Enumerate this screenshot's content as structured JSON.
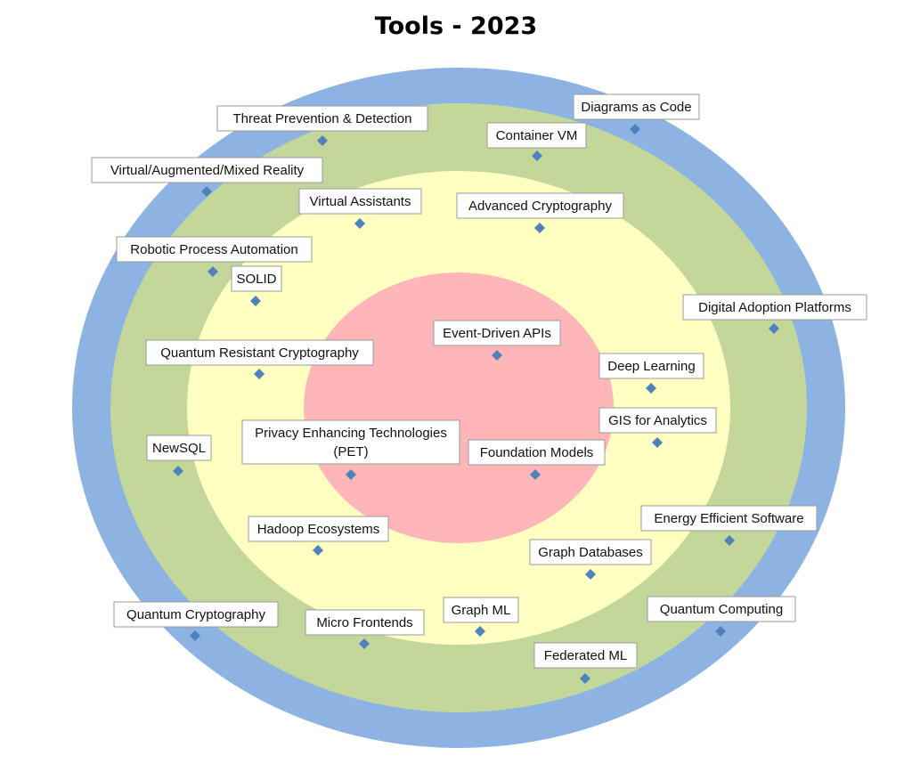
{
  "title": "Tools - 2023",
  "colors": {
    "outer_ring": "#8db3e2",
    "second_ring": "#c4d79b",
    "third_ring": "#ffffc1",
    "core": "#ffb6b9",
    "marker": "#4f81bd",
    "label_border": "#9a9a9a"
  },
  "items": [
    {
      "id": "threat-prevention-detection",
      "lines": [
        "Threat Prevention & Detection"
      ]
    },
    {
      "id": "diagrams-as-code",
      "lines": [
        "Diagrams as Code"
      ]
    },
    {
      "id": "container-vm",
      "lines": [
        "Container VM"
      ]
    },
    {
      "id": "virtual-augmented-mixed-reality",
      "lines": [
        "Virtual/Augmented/Mixed Reality"
      ]
    },
    {
      "id": "virtual-assistants",
      "lines": [
        "Virtual Assistants"
      ]
    },
    {
      "id": "advanced-cryptography",
      "lines": [
        "Advanced Cryptography"
      ]
    },
    {
      "id": "robotic-process-automation",
      "lines": [
        "Robotic Process Automation"
      ]
    },
    {
      "id": "solid",
      "lines": [
        "SOLID"
      ]
    },
    {
      "id": "digital-adoption-platforms",
      "lines": [
        "Digital Adoption Platforms"
      ]
    },
    {
      "id": "event-driven-apis",
      "lines": [
        "Event-Driven APIs"
      ]
    },
    {
      "id": "quantum-resistant-cryptography",
      "lines": [
        "Quantum Resistant Cryptography"
      ]
    },
    {
      "id": "deep-learning",
      "lines": [
        "Deep Learning"
      ]
    },
    {
      "id": "gis-for-analytics",
      "lines": [
        "GIS for Analytics"
      ]
    },
    {
      "id": "privacy-enhancing-technologies",
      "lines": [
        "Privacy Enhancing Technologies",
        "(PET)"
      ]
    },
    {
      "id": "foundation-models",
      "lines": [
        "Foundation Models"
      ]
    },
    {
      "id": "newsql",
      "lines": [
        "NewSQL"
      ]
    },
    {
      "id": "energy-efficient-software",
      "lines": [
        "Energy Efficient Software"
      ]
    },
    {
      "id": "hadoop-ecosystems",
      "lines": [
        "Hadoop Ecosystems"
      ]
    },
    {
      "id": "graph-databases",
      "lines": [
        "Graph Databases"
      ]
    },
    {
      "id": "quantum-cryptography",
      "lines": [
        "Quantum Cryptography"
      ]
    },
    {
      "id": "graph-ml",
      "lines": [
        "Graph ML"
      ]
    },
    {
      "id": "micro-frontends",
      "lines": [
        "Micro Frontends"
      ]
    },
    {
      "id": "quantum-computing",
      "lines": [
        "Quantum Computing"
      ]
    },
    {
      "id": "federated-ml",
      "lines": [
        "Federated ML"
      ]
    }
  ]
}
